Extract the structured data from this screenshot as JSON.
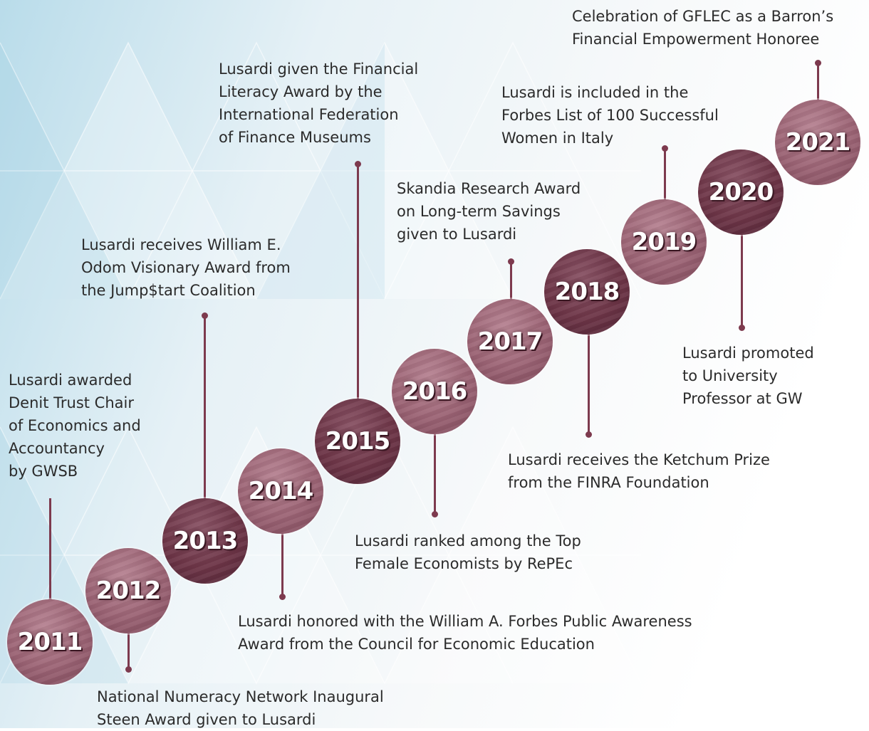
{
  "colors": {
    "accent": "#7d3a4e",
    "circle": "#9b6374",
    "text": "#2b2b2b",
    "background_tint": "#a9d3e6"
  },
  "timeline": [
    {
      "year": "2011",
      "text": "Lusardi awarded\nDenit Trust Chair\nof Economics and\nAccountancy\nby GWSB"
    },
    {
      "year": "2012",
      "text": "National Numeracy Network Inaugural\nSteen Award given to Lusardi"
    },
    {
      "year": "2013",
      "text": "Lusardi receives William E.\nOdom Visionary Award from\nthe Jump$tart Coalition"
    },
    {
      "year": "2014",
      "text": "Lusardi honored with the William A. Forbes Public Awareness\nAward from the Council for Economic Education"
    },
    {
      "year": "2015",
      "text": "Lusardi given the Financial\nLiteracy Award by the\nInternational Federation\nof Finance Museums"
    },
    {
      "year": "2016",
      "text": "Lusardi ranked among the Top\nFemale Economists by RePEc"
    },
    {
      "year": "2017",
      "text": "Skandia Research Award\non Long-term Savings\ngiven to Lusardi"
    },
    {
      "year": "2018",
      "text": "Lusardi receives the Ketchum Prize\nfrom the FINRA Foundation"
    },
    {
      "year": "2019",
      "text": "Lusardi is included in the\nForbes List of 100 Successful\nWomen in Italy"
    },
    {
      "year": "2020",
      "text": "Lusardi promoted\nto University\nProfessor at GW"
    },
    {
      "year": "2021",
      "text": "Celebration of GFLEC as a Barron’s\nFinancial Empowerment Honoree"
    }
  ]
}
